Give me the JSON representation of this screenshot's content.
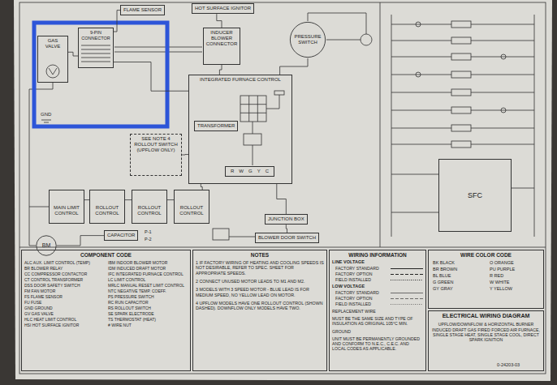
{
  "diagram": {
    "nodes": [
      {
        "text": [
          "GAS VALVE"
        ]
      },
      {
        "text": [
          "9-PIN CONNECTOR"
        ]
      },
      {
        "text": [
          "FLAME SENSOR"
        ]
      },
      {
        "text": [
          "HOT SURFACE IGNITOR"
        ]
      },
      {
        "text": [
          "INDUCER BLOWER CONNECTOR"
        ]
      },
      {
        "text": [
          "PRESSURE SWITCH"
        ]
      },
      {
        "text": [
          "INTEGRATED FURNACE CONTROL"
        ]
      },
      {
        "text": [
          "TRANSFORMER"
        ],
        "in": 6
      },
      {
        "text": [
          "R",
          "W",
          "G",
          "Y",
          "C"
        ],
        "in": 6
      },
      {
        "text": [
          "SEE NOTE 4",
          "ROLLOUT SWITCH (UPFLOW ONLY)"
        ]
      },
      {
        "text": [
          "MAIN LIMIT CONTROL"
        ]
      },
      {
        "text": [
          "ROLLOUT CONTROL"
        ]
      },
      {
        "text": [
          "ROLLOUT CONTROL"
        ]
      },
      {
        "text": [
          "ROLLOUT CONTROL"
        ]
      },
      {
        "text": [
          "BM"
        ]
      },
      {
        "text": [
          "CAPACITOR"
        ]
      },
      {
        "text": [
          "JUNCTION BOX"
        ]
      },
      {
        "text": [
          "BLOWER DOOR SWITCH"
        ]
      },
      {
        "text": [
          "SFC"
        ]
      },
      {
        "text": [
          "COMPONENT CODE"
        ]
      },
      {
        "text": [
          "NOTES"
        ]
      },
      {
        "text": [
          "WIRING INFORMATION"
        ]
      },
      {
        "text": [
          "WIRE COLOR CODE"
        ]
      },
      {
        "text": [
          "ELECTRICAL WIRING DIAGRAM",
          "UPFLOW/DOWNFLOW & HORIZONTAL BURNER INDUCED DRAFT GAS FIRED FORCED AIR FURNACE, SINGLE STAGE HEAT, SINGLE STAGE COOL, DIRECT SPARK IGNITION"
        ]
      }
    ],
    "edges": [
      {
        "from": 0,
        "to": 1,
        "arrow": "none"
      },
      {
        "from": 1,
        "to": 2,
        "arrow": "none"
      },
      {
        "from": 1,
        "to": 6,
        "arrow": "none"
      },
      {
        "from": 3,
        "to": 4,
        "arrow": "none"
      },
      {
        "from": 4,
        "to": 6,
        "arrow": "none"
      },
      {
        "from": 5,
        "to": 6,
        "arrow": "none"
      },
      {
        "from": 9,
        "to": 6,
        "arrow": "none"
      },
      {
        "from": 10,
        "to": 11,
        "arrow": "none"
      },
      {
        "from": 11,
        "to": 12,
        "arrow": "none"
      },
      {
        "from": 12,
        "to": 13,
        "arrow": "none"
      },
      {
        "from": 13,
        "to": 6,
        "arrow": "none"
      },
      {
        "from": 14,
        "to": 15,
        "arrow": "none"
      },
      {
        "from": 16,
        "to": 17,
        "arrow": "none"
      },
      {
        "from": 16,
        "to": 6,
        "arrow": "none"
      }
    ],
    "labels": [
      "GND",
      "P-1",
      "P-2",
      "ALC AUX. LIMIT CONTROL (TEMP)",
      "BR BLOWER RELAY",
      "CC COMPRESSOR CONTACTOR",
      "CT CONTROL TRANSFORMER",
      "DSS DOOR SAFETY SWITCH",
      "FM FAN MOTOR",
      "FS FLAME SENSOR",
      "FU FUSE",
      "GND GROUND",
      "GV GAS VALVE",
      "HLC HEAT LIMIT CONTROL",
      "HSI HOT SURFACE IGNITOR",
      "IBM INDOOR BLOWER MOTOR",
      "IDM INDUCED DRAFT MOTOR",
      "IFC INTEGRATED FURNACE CONTROL",
      "LC LIMIT CONTROL",
      "MRLC MANUAL RESET LIMIT CONTROL",
      "NTC NEGATIVE TEMP. COEFF.",
      "PS PRESSURE SWITCH",
      "RC RUN CAPACITOR",
      "RS ROLLOUT SWITCH",
      "SE SPARK ELECTRODE",
      "TS THERMOSTAT (HEAT)",
      "# WIRE NUT",
      "1 IF FACTORY WIRING OF HEATING AND COOLING SPEEDS IS NOT DESIRABLE, REFER TO SPEC. SHEET FOR APPROPRIATE SPEEDS.",
      "2 CONNECT UNUSED MOTOR LEADS TO M1 AND M2.",
      "3 MODELS WITH 3 SPEED MOTOR - BLUE LEAD IS FOR MEDIUM SPEED, NO YELLOW LEAD ON MOTOR.",
      "4 UPFLOW MODELS HAVE ONE ROLLOUT CONTROL (SHOWN DASHED). DOWNFLOW ONLY MODELS HAVE TWO.",
      "LINE VOLTAGE",
      "LOW VOLTAGE",
      "REPLACEMENT WIRE",
      "MUST BE THE SAME SIZE AND TYPE OF INSULATION AS ORIGINAL 105°C MIN.",
      "GROUND",
      "UNIT MUST BE PERMANENTLY GROUNDED AND CONFORM TO N.E.C., C.E.C. AND LOCAL CODES AS APPLICABLE.",
      "BK BLACK",
      "BR BROWN",
      "BL BLUE",
      "G GREEN",
      "GY GRAY",
      "O ORANGE",
      "PU PURPLE",
      "R RED",
      "W WHITE",
      "Y YELLOW",
      "0-24203-03"
    ],
    "legend": [
      {
        "text": "FACTORY STANDARD"
      },
      {
        "text": "FACTORY OPTION"
      },
      {
        "text": "FIELD INSTALLED"
      },
      {
        "text": "FACTORY STANDARD"
      },
      {
        "text": "FACTORY OPTION"
      },
      {
        "text": "FIELD INSTALLED"
      }
    ]
  }
}
